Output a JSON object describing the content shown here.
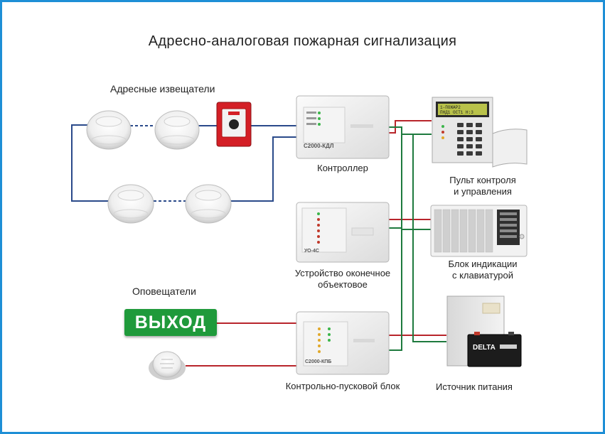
{
  "title": "Адресно-аналоговая пожарная сигнализация",
  "groups": {
    "detectors": "Адресные извещатели",
    "alerts": "Оповещатели"
  },
  "labels": {
    "controller": "Контроллер",
    "control_panel_1": "Пульт контроля",
    "control_panel_2": "и управления",
    "terminal_1": "Устройство оконечное",
    "terminal_2": "объектовое",
    "indicator_1": "Блок индикации",
    "indicator_2": "с клавиатурой",
    "launch_block": "Контрольно-пусковой блок",
    "power_supply": "Источник питания"
  },
  "devices": {
    "controller_model": "С2000-КДЛ",
    "terminal_model": "УО-4С",
    "launch_model": "С2000-КПБ",
    "exit_sign": "ВЫХОД",
    "battery_brand": "DELTA",
    "panel_display_1": "1-ПОЖАР2",
    "panel_display_2": "ПНД1 ОСТ1 Н:3"
  },
  "colors": {
    "frame": "#1e8fd6",
    "loop_line": "#2a4a8a",
    "alarm_line": "#b8252b",
    "power_line": "#1e7a3e",
    "exit_sign": "#1f9a3b"
  },
  "icons": {
    "smoke_detector": "smoke-detector-icon",
    "manual_call_point": "manual-call-point-icon",
    "siren": "siren-icon",
    "battery": "battery-icon"
  }
}
